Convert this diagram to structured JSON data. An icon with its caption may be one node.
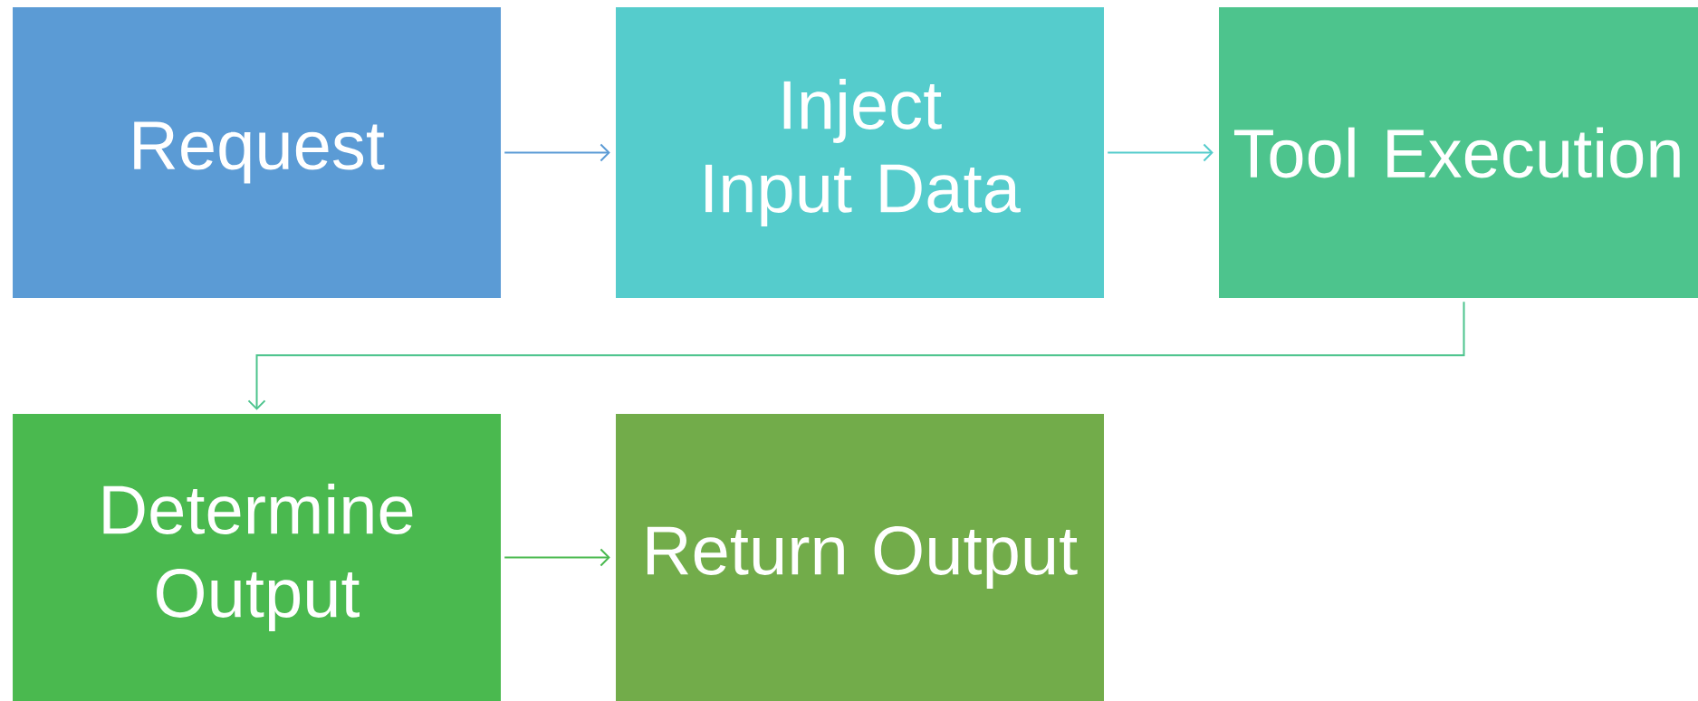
{
  "diagram": {
    "nodes": [
      {
        "text": [
          "Request"
        ]
      },
      {
        "text": [
          "Inject Input Data"
        ]
      },
      {
        "text": [
          "Tool Execution"
        ]
      },
      {
        "text": [
          "Determine Output"
        ]
      },
      {
        "text": [
          "Return Output"
        ]
      }
    ],
    "edges": [
      {
        "from": 0,
        "to": 1,
        "arrow": "to",
        "color": "#5b9bd5"
      },
      {
        "from": 1,
        "to": 2,
        "arrow": "to",
        "color": "#55cccc"
      },
      {
        "from": 2,
        "to": 3,
        "arrow": "to",
        "color": "#4dc48d"
      },
      {
        "from": 3,
        "to": 4,
        "arrow": "to",
        "color": "#4ab94f"
      }
    ]
  }
}
